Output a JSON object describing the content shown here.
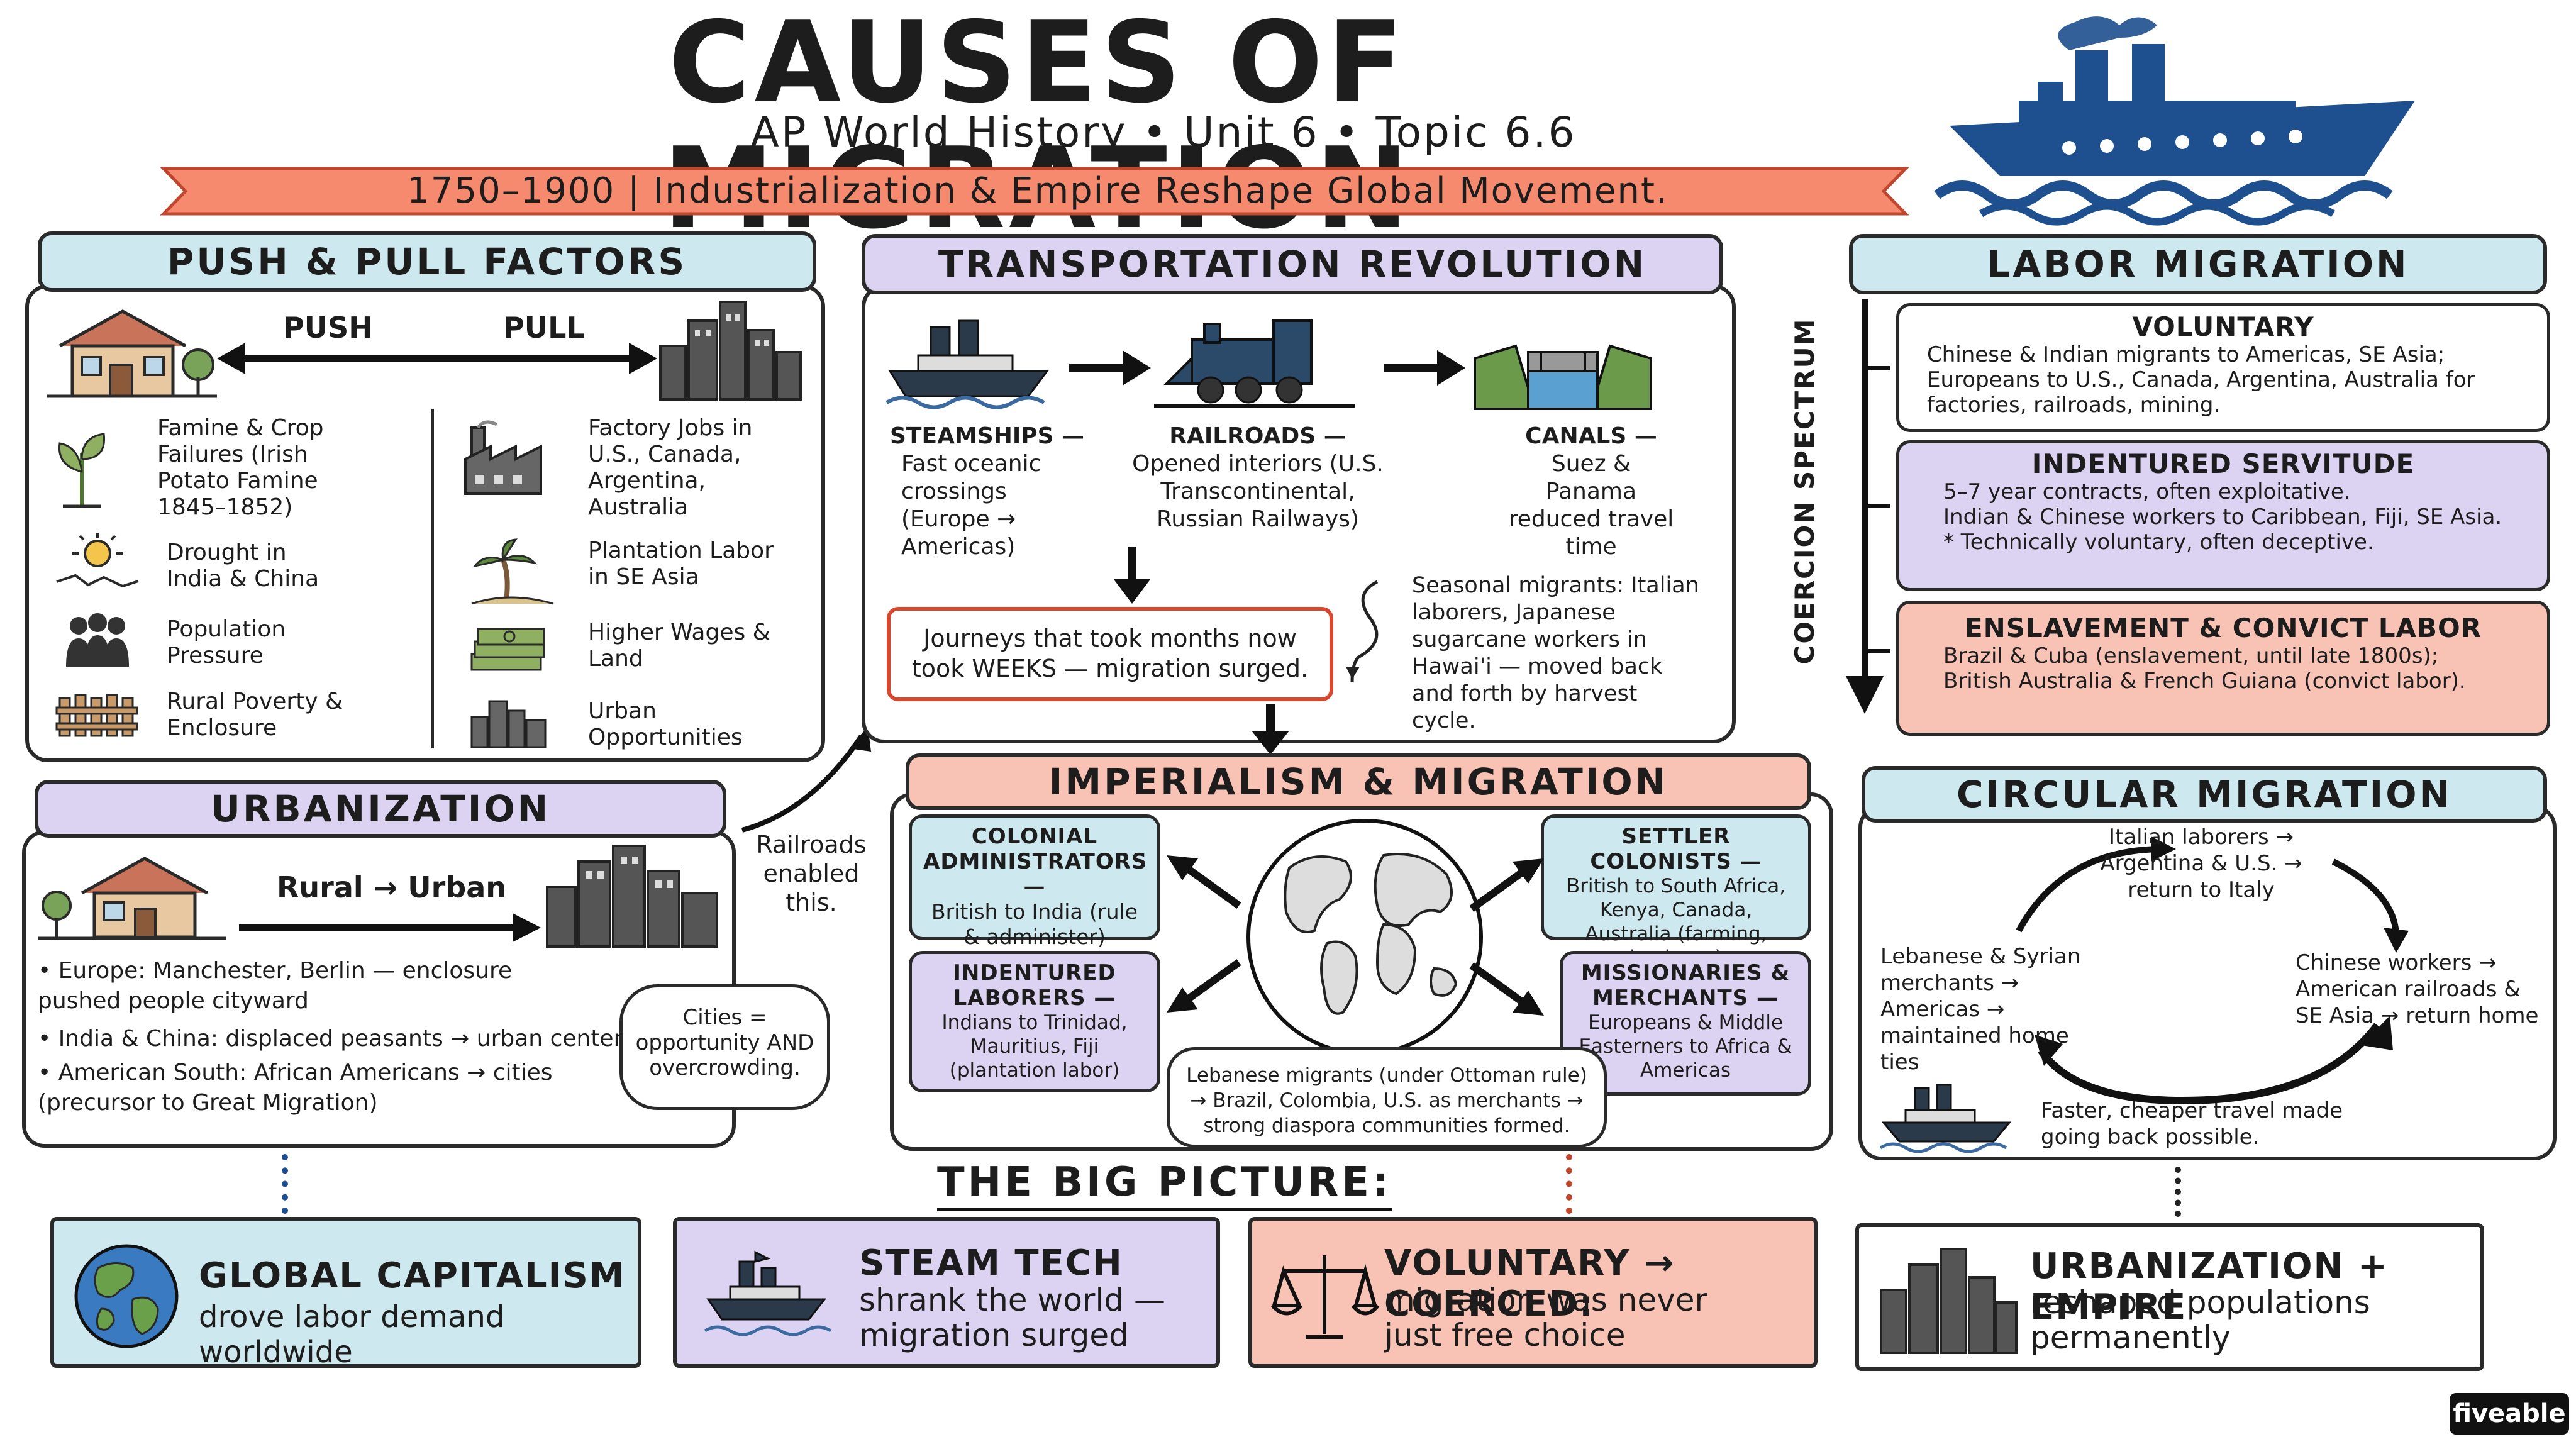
{
  "header": {
    "title": "CAUSES OF MIGRATION",
    "subtitle": "AP World History • Unit 6 • Topic 6.6",
    "ribbon": "1750–1900 | Industrialization & Empire Reshape Global Movement."
  },
  "push_pull": {
    "title": "PUSH & PULL FACTORS",
    "push_label": "PUSH",
    "pull_label": "PULL",
    "push_items": [
      {
        "icon": "wilted-plant-icon",
        "text": "Famine & Crop Failures (Irish Potato Famine 1845–1852)"
      },
      {
        "icon": "drought-sun-icon",
        "text": "Drought in India & China"
      },
      {
        "icon": "crowd-icon",
        "text": "Population Pressure"
      },
      {
        "icon": "fence-icon",
        "text": "Rural Poverty & Enclosure"
      }
    ],
    "pull_items": [
      {
        "icon": "factory-icon",
        "text": "Factory Jobs in U.S., Canada, Argentina, Australia"
      },
      {
        "icon": "palm-tree-icon",
        "text": "Plantation Labor in SE Asia"
      },
      {
        "icon": "money-stack-icon",
        "text": "Higher Wages & Land"
      },
      {
        "icon": "city-icon",
        "text": "Urban Opportunities"
      }
    ]
  },
  "urbanization": {
    "title": "URBANIZATION",
    "flow_label": "Rural → Urban",
    "bullets": [
      "Europe: Manchester, Berlin — enclosure pushed people cityward",
      "India & China: displaced peasants → urban centers",
      "American South: African Americans → cities (precursor to Great Migration)"
    ],
    "bubble": "Cities = opportunity AND overcrowding.",
    "side_note": "Railroads enabled this."
  },
  "transport": {
    "title": "TRANSPORTATION REVOLUTION",
    "items": [
      {
        "head": "STEAMSHIPS —",
        "body": "Fast oceanic crossings (Europe → Americas)"
      },
      {
        "head": "RAILROADS —",
        "body": "Opened interiors (U.S. Transcontinental, Russian Railways)"
      },
      {
        "head": "CANALS —",
        "body": "Suez & Panama reduced travel time"
      }
    ],
    "result": "Journeys that took months now took WEEKS — migration surged.",
    "seasonal_note": "Seasonal migrants: Italian laborers, Japanese sugarcane workers in Hawai'i — moved back and forth by harvest cycle."
  },
  "labor": {
    "title": "LABOR MIGRATION",
    "spectrum_label": "COERCION SPECTRUM",
    "voluntary": {
      "head": "VOLUNTARY",
      "body": "Chinese & Indian migrants to Americas, SE Asia; Europeans to U.S., Canada, Argentina, Australia for factories, railroads, mining."
    },
    "indentured": {
      "head": "INDENTURED SERVITUDE",
      "line1": "5–7 year contracts, often exploitative.",
      "line2": "Indian & Chinese workers to Caribbean, Fiji, SE Asia.",
      "line3": "* Technically voluntary, often deceptive."
    },
    "enslavement": {
      "head": "ENSLAVEMENT & CONVICT LABOR",
      "body": "Brazil & Cuba (enslavement, until late 1800s); British Australia & French Guiana (convict labor)."
    }
  },
  "imperialism": {
    "title": "IMPERIALISM & MIGRATION",
    "boxes": [
      {
        "head": "COLONIAL ADMINISTRATORS —",
        "body": "British to India (rule & administer)"
      },
      {
        "head": "INDENTURED LABORERS —",
        "body": "Indians to Trinidad, Mauritius, Fiji (plantation labor)"
      },
      {
        "head": "SETTLER COLONISTS —",
        "body": "British to South Africa, Kenya, Canada, Australia (farming, business)"
      },
      {
        "head": "MISSIONARIES & MERCHANTS —",
        "body": "Europeans & Middle Easterners to Africa & Americas"
      }
    ],
    "note": "Lebanese migrants (under Ottoman rule) → Brazil, Colombia, U.S. as merchants → strong diaspora communities formed."
  },
  "circular": {
    "title": "CIRCULAR MIGRATION",
    "top": "Italian laborers → Argentina & U.S. → return to Italy",
    "left": "Lebanese & Syrian merchants → Americas → maintained home ties",
    "right": "Chinese workers → American railroads & SE Asia → return home",
    "bottom": "Faster, cheaper travel made going back possible."
  },
  "big_picture": {
    "title": "THE BIG PICTURE:",
    "cards": [
      {
        "head": "GLOBAL CAPITALISM",
        "body": "drove labor demand worldwide",
        "icon": "globe-icon"
      },
      {
        "head": "STEAM TECH",
        "body": "shrank the world — migration surged",
        "icon": "steamship-icon"
      },
      {
        "head": "VOLUNTARY → COERCED:",
        "body": "migration was never just free choice",
        "icon": "scales-icon"
      },
      {
        "head": "URBANIZATION + EMPIRE",
        "body": "reshaped populations permanently",
        "icon": "city-icon"
      }
    ]
  },
  "branding": {
    "logo": "fiveable"
  },
  "colors": {
    "blue": "#cde8ef",
    "purple": "#dcd3f2",
    "red": "#f8c3b5",
    "ribbon": "#f58a6e",
    "ship_blue": "#1e4f8f"
  }
}
